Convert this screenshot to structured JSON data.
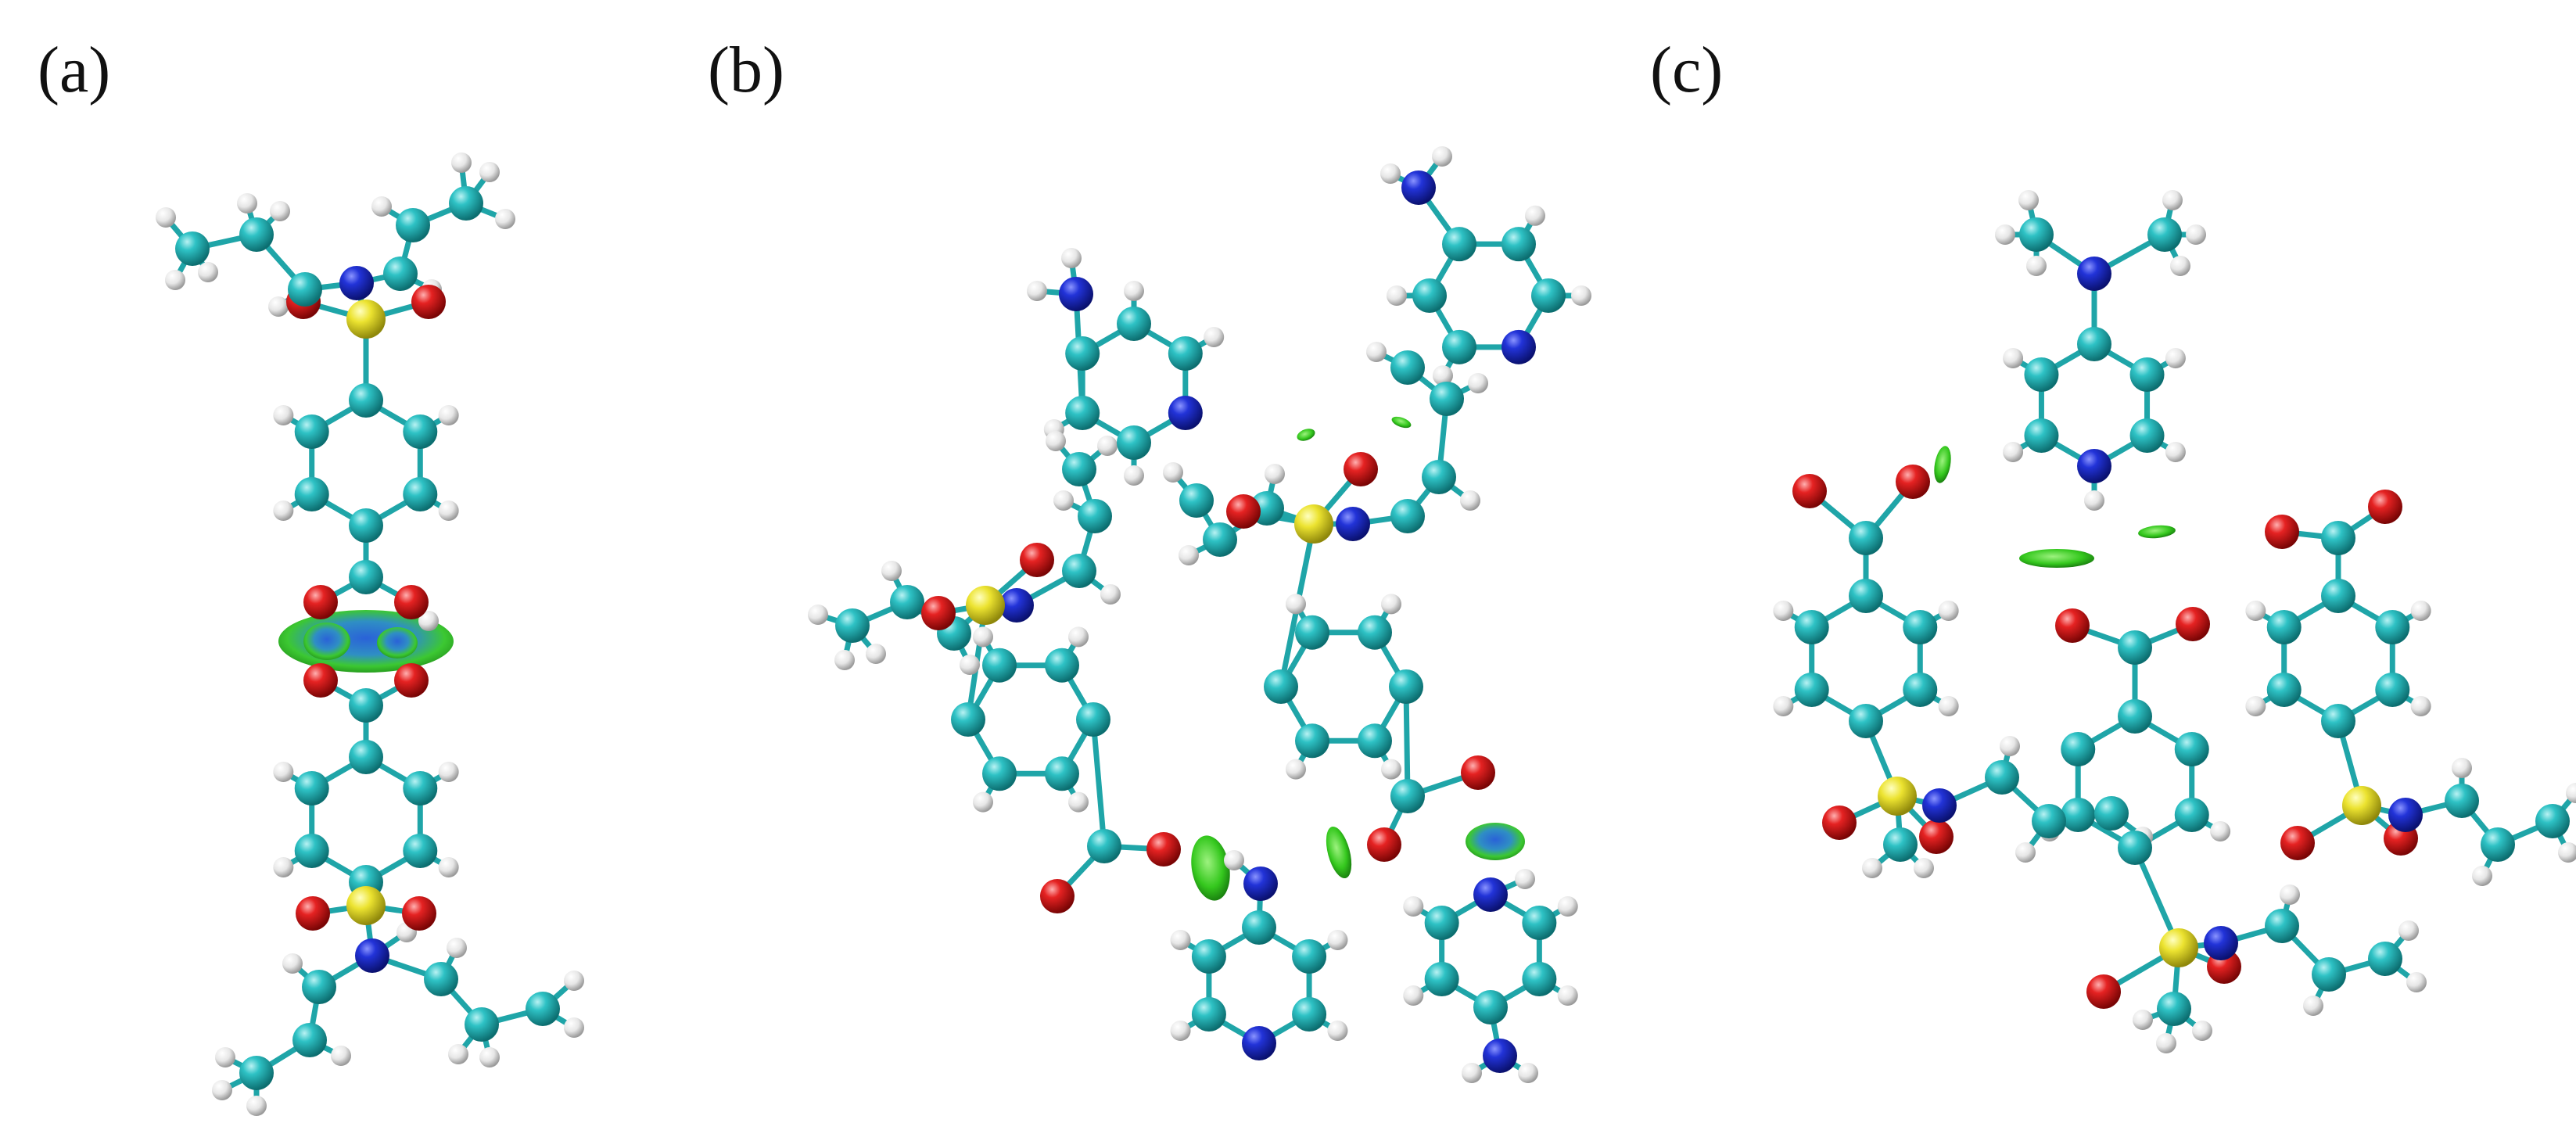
{
  "figure": {
    "panels": [
      {
        "id": "a",
        "label": "(a)"
      },
      {
        "id": "b",
        "label": "(b)"
      },
      {
        "id": "c",
        "label": "(c)"
      }
    ]
  },
  "colors": {
    "carbon": "#1fa5a8",
    "hydrogen": "#e9e9e9",
    "nitrogen": "#1f2fd0",
    "oxygen": "#e21b1b",
    "sulfur": "#e8de2a",
    "bond": "#1fa5a8",
    "isosurface_green": "#35c81e",
    "isosurface_blue": "#2a62d8"
  }
}
